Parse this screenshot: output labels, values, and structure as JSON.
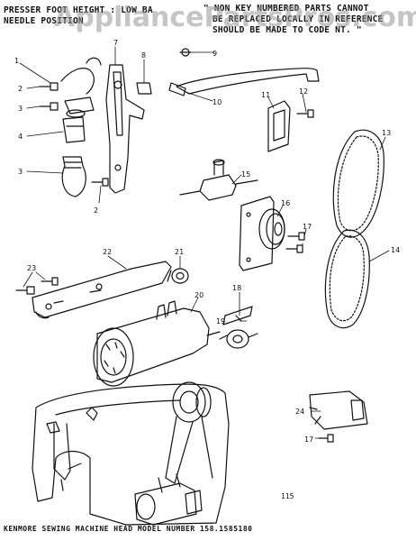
{
  "header": {
    "left_line1": "PRESSER FOOT HEIGHT : LOW BA",
    "left_line2": "NEEDLE POSITION",
    "right_line1": "\" NON KEY NUMBERED PARTS CANNOT",
    "right_line2": "BE REPLACED LOCALLY IN REFERENCE",
    "right_line3": "SHOULD BE MADE TO CODE NT. \""
  },
  "watermark": "AppliancePartsPros.com",
  "callouts": [
    {
      "id": "c1",
      "label": "1"
    },
    {
      "id": "c2a",
      "label": "2"
    },
    {
      "id": "c2b",
      "label": "2"
    },
    {
      "id": "c3a",
      "label": "3"
    },
    {
      "id": "c3b",
      "label": "3"
    },
    {
      "id": "c4",
      "label": "4"
    },
    {
      "id": "c7",
      "label": "7"
    },
    {
      "id": "c8",
      "label": "8"
    },
    {
      "id": "c9",
      "label": "9"
    },
    {
      "id": "c10",
      "label": "10"
    },
    {
      "id": "c11",
      "label": "11"
    },
    {
      "id": "c12",
      "label": "12"
    },
    {
      "id": "c13",
      "label": "13"
    },
    {
      "id": "c14",
      "label": "14"
    },
    {
      "id": "c15",
      "label": "15"
    },
    {
      "id": "c16",
      "label": "16"
    },
    {
      "id": "c17a",
      "label": "17"
    },
    {
      "id": "c17b",
      "label": "17"
    },
    {
      "id": "c18",
      "label": "18"
    },
    {
      "id": "c19",
      "label": "19"
    },
    {
      "id": "c20",
      "label": "20"
    },
    {
      "id": "c21",
      "label": "21"
    },
    {
      "id": "c22",
      "label": "22"
    },
    {
      "id": "c23",
      "label": "23"
    },
    {
      "id": "c24",
      "label": "24"
    }
  ],
  "page_number": "115",
  "footer": "KENMORE SEWING MACHINE HEAD MODEL NUMBER 158.1585180"
}
